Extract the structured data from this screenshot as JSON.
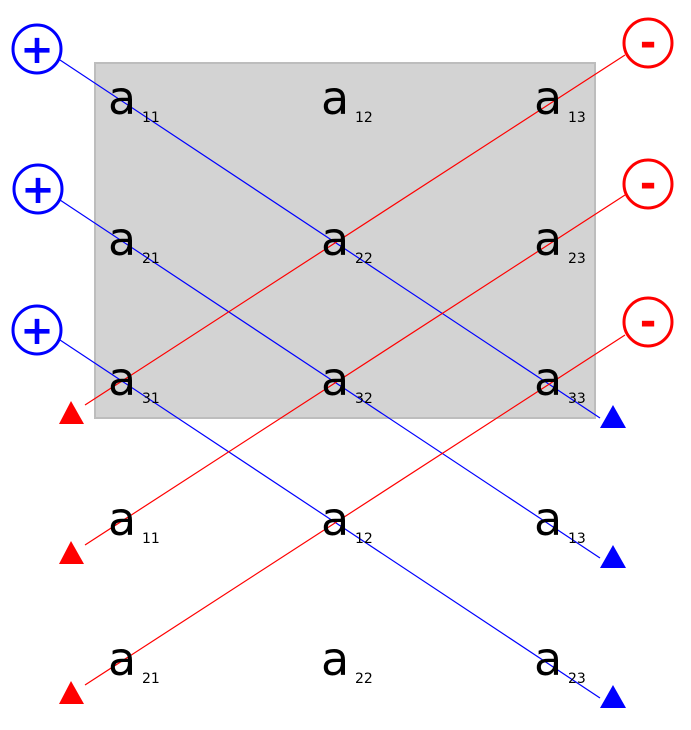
{
  "colors": {
    "plus": "#0000ff",
    "minus": "#ff0000",
    "matrix_bg": "#d3d3d3",
    "matrix_border": "#bdbdbd"
  },
  "signs": {
    "plus_label": "+",
    "minus_label": "-"
  },
  "matrix": {
    "letter": "a",
    "rows": [
      [
        "11",
        "12",
        "13"
      ],
      [
        "21",
        "22",
        "23"
      ],
      [
        "31",
        "32",
        "33"
      ]
    ]
  },
  "extension": {
    "rows": [
      [
        "11",
        "12",
        "13"
      ],
      [
        "21",
        "22",
        "23"
      ]
    ]
  }
}
